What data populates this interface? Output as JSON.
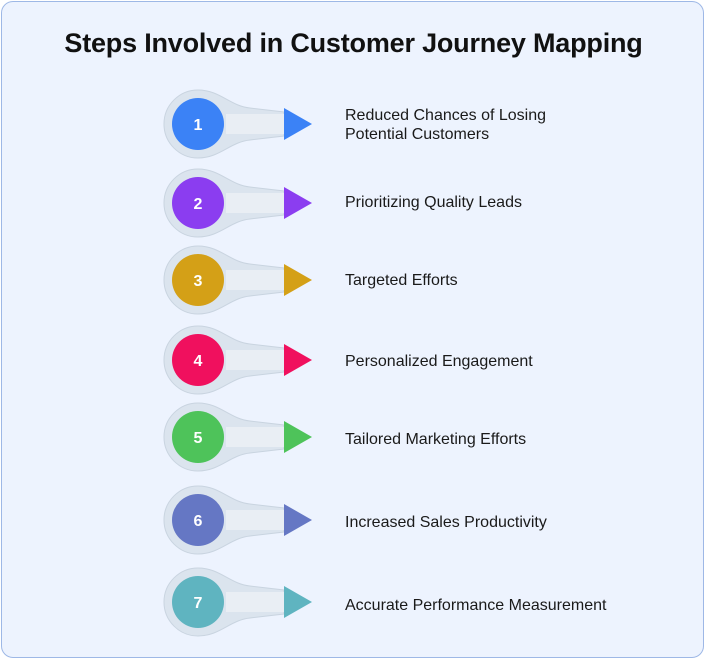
{
  "title": "Steps Involved in Customer Journey Mapping",
  "steps": [
    {
      "number": "1",
      "label": "Reduced Chances of Losing\nPotential Customers",
      "color": "#3b82f6"
    },
    {
      "number": "2",
      "label": "Prioritizing Quality Leads",
      "color": "#8b3df0"
    },
    {
      "number": "3",
      "label": "Targeted Efforts",
      "color": "#d4a017"
    },
    {
      "number": "4",
      "label": "Personalized Engagement",
      "color": "#f0105e"
    },
    {
      "number": "5",
      "label": "Tailored Marketing Efforts",
      "color": "#4ec35a"
    },
    {
      "number": "6",
      "label": "Increased Sales Productivity",
      "color": "#6577c4"
    },
    {
      "number": "7",
      "label": "Accurate Performance Measurement",
      "color": "#5fb4c0"
    }
  ]
}
